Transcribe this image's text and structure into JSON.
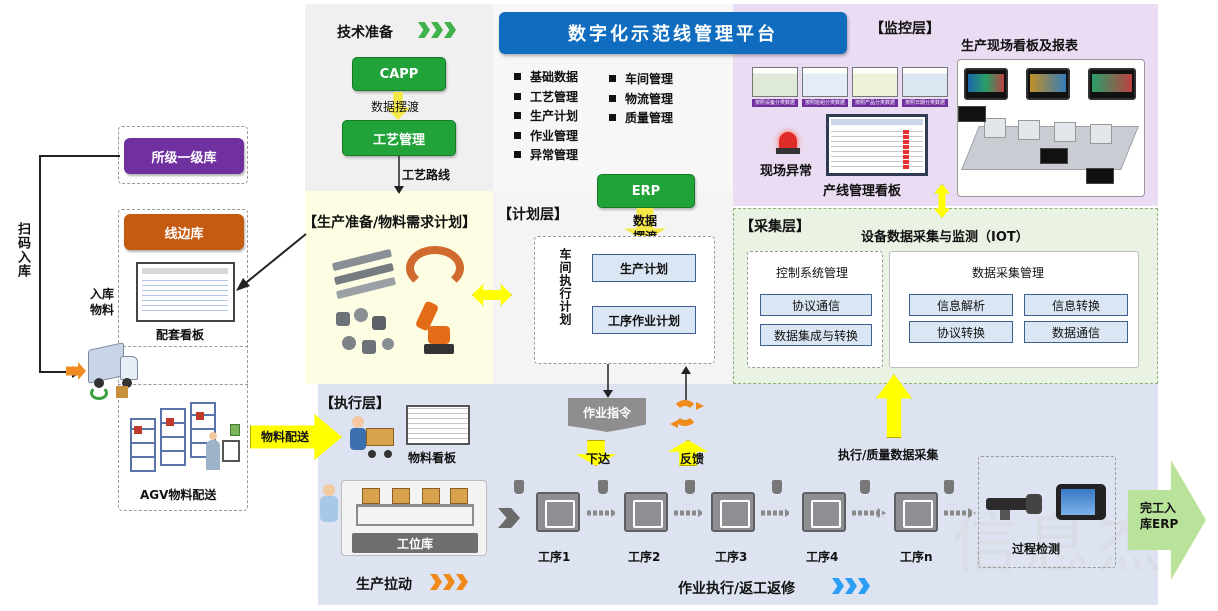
{
  "platform_title": "数字化示范线管理平台",
  "tech_prep": {
    "title": "技术准备",
    "capp": "CAPP",
    "data_sync": "数据摆渡",
    "process_mgmt": "工艺管理",
    "route": "工艺路线"
  },
  "modules": {
    "left": [
      "基础数据",
      "工艺管理",
      "生产计划",
      "作业管理",
      "异常管理"
    ],
    "right": [
      "车间管理",
      "物流管理",
      "质量管理"
    ]
  },
  "erp": {
    "label": "ERP",
    "data": "数据",
    "sync": "摆渡"
  },
  "monitor": {
    "title": "【监控层】",
    "boards_title": "生产现场看板及报表",
    "alarm": "现场异常",
    "line_board": "产线管理看板",
    "thumbs": [
      "按照设备分类数据",
      "按照班组分类数据",
      "按照产品分类数据",
      "按照日期分类数据"
    ]
  },
  "prod_prep": {
    "title": "【生产准备/物料需求计划】"
  },
  "plan": {
    "title": "【计划层】",
    "mes_label": "车间执行计划",
    "prod_plan": "生产计划",
    "op_plan": "工序作业计划"
  },
  "collect": {
    "title": "【采集层】",
    "subtitle": "设备数据采集与监测（IOT）",
    "control": {
      "title": "控制系统管理",
      "items": [
        "协议通信",
        "数据集成与转换"
      ]
    },
    "data": {
      "title": "数据采集管理",
      "items": [
        "信息解析",
        "信息转换",
        "协议转换",
        "数据通信"
      ]
    }
  },
  "warehouse": {
    "level1": "所级一级库",
    "line": "线边库",
    "scan_in": "扫码入库",
    "in_material": "入库物料",
    "kit_board": "配套看板",
    "agv": "AGV物料配送",
    "delivery": "物料配送"
  },
  "exec": {
    "title": "【执行层】",
    "material_board": "物料看板",
    "work_order": "作业指令",
    "issue": "下达",
    "feedback": "反馈",
    "exec_quality": "执行/质量数据采集",
    "station_lib": "工位库",
    "processes": [
      "工序1",
      "工序2",
      "工序3",
      "工序4",
      "工序n"
    ],
    "inspection": "过程检测",
    "complete": "完工入库ERP",
    "pull": "生产拉动",
    "rework": "作业执行/返工返修"
  },
  "watermark": "信息杰",
  "colors": {
    "green": "#22a33a",
    "blue_title": "#0f6cbf",
    "purple": "#7030a0",
    "orange": "#c55a11",
    "arrow_yellow": "#ffff00"
  }
}
